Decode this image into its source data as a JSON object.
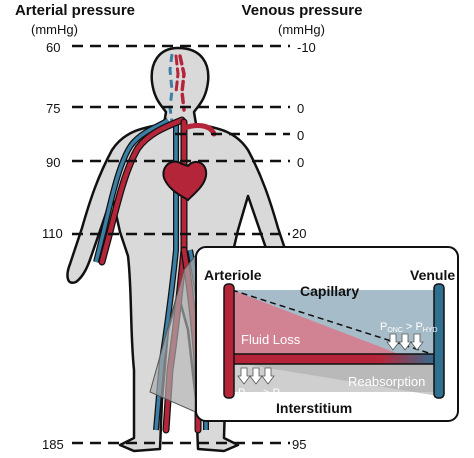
{
  "headers": {
    "arterial_title": "Arterial pressure",
    "arterial_unit": "(mmHg)",
    "venous_title": "Venous pressure",
    "venous_unit": "(mmHg)"
  },
  "levels": [
    {
      "arterial": "60",
      "venous": "-10"
    },
    {
      "arterial": "75",
      "venous": "0"
    },
    {
      "arterial": "",
      "venous": "0"
    },
    {
      "arterial": "90",
      "venous": "0"
    },
    {
      "arterial": "110",
      "venous": "20"
    },
    {
      "arterial": "185",
      "venous": "95"
    }
  ],
  "inset": {
    "arteriole": "Arteriole",
    "venule": "Venule",
    "capillary": "Capillary",
    "fluid_loss": "Fluid Loss",
    "reabsorption": "Reabsorption",
    "interstitium": "Interstitium",
    "p": "P",
    "onc": "ONC",
    "hyd": "HYD",
    "gt": " > "
  },
  "colors": {
    "artery": "#b5253a",
    "vein": "#3b7fa6",
    "body_fill": "#d9d9d9",
    "inset_bg": "#e6e6e6"
  }
}
